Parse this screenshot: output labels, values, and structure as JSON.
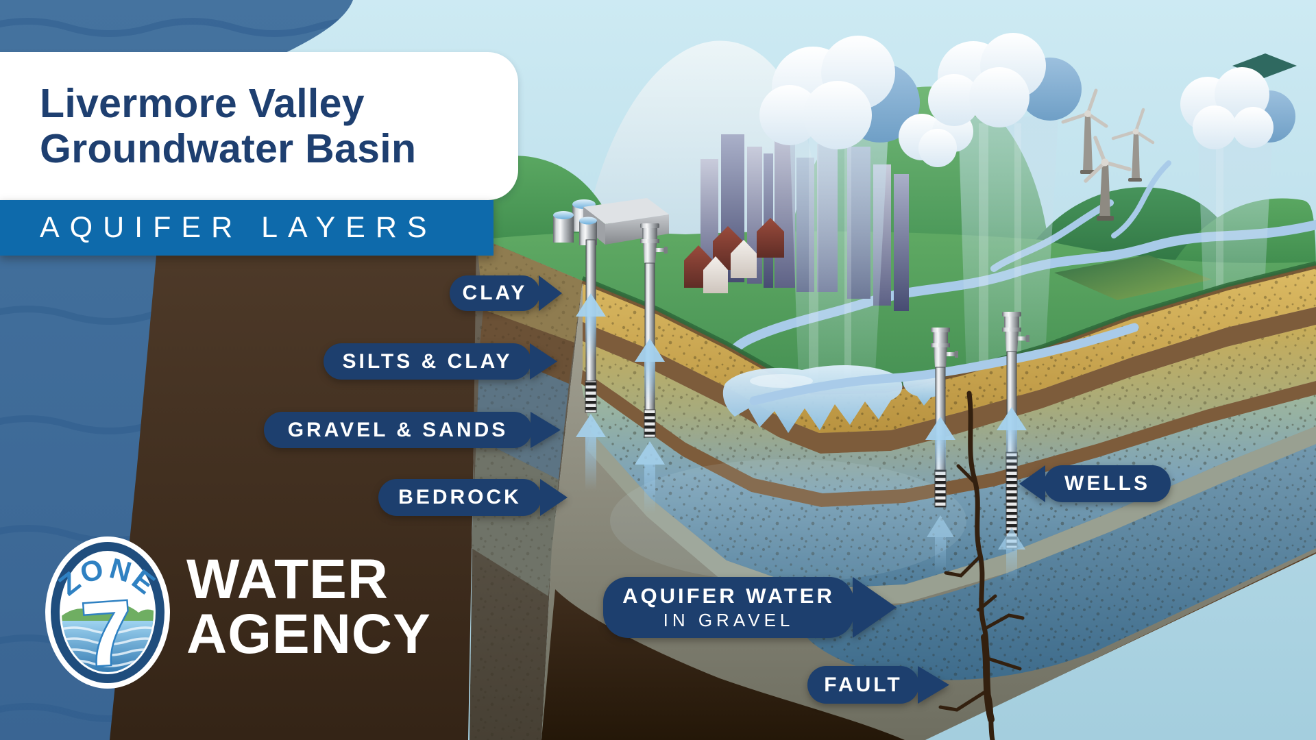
{
  "header": {
    "title_line1": "Livermore Valley",
    "title_line2": "Groundwater Basin",
    "banner": "AQUIFER LAYERS"
  },
  "layer_labels": {
    "clay": "CLAY",
    "silts_clay": "SILTS & CLAY",
    "gravel_sands": "GRAVEL & SANDS",
    "bedrock": "BEDROCK"
  },
  "feature_labels": {
    "wells": "WELLS",
    "aquifer_water_line1": "AQUIFER WATER",
    "aquifer_water_line2": "IN GRAVEL",
    "fault": "FAULT"
  },
  "logo": {
    "zone": "ZONE",
    "seven": "7",
    "agency_line1": "WATER",
    "agency_line2": "AGENCY"
  },
  "colors": {
    "label_navy": "#1d3f6e",
    "banner_blue": "#0e6aab",
    "title_navy": "#1e3f70",
    "sky_blue": "#c3e2ee",
    "left_band_blue": "#41709f",
    "grass_green": "#57a25d",
    "river_blue": "#a9cbe9",
    "arrow_blue": "#9ccbec",
    "soil_brown": "#3f2d1e",
    "clay_tan": "#cfae54",
    "gravel_blue": "#6d93ad",
    "logo_blue": "#2f81c2"
  },
  "illustration": {
    "elements": [
      "rain-cloud-icon",
      "rain-column",
      "wind-turbine-icon",
      "city-skyline",
      "house-icon",
      "water-tank-icon",
      "wellhead-icon",
      "well-pipe",
      "well-screen",
      "up-arrow-icon",
      "river",
      "recharge-pond",
      "crop-field",
      "fault-crack",
      "grass-surface",
      "clay-layer",
      "silts-clay-layer",
      "gravel-sands-layer",
      "bedrock-layer"
    ]
  }
}
